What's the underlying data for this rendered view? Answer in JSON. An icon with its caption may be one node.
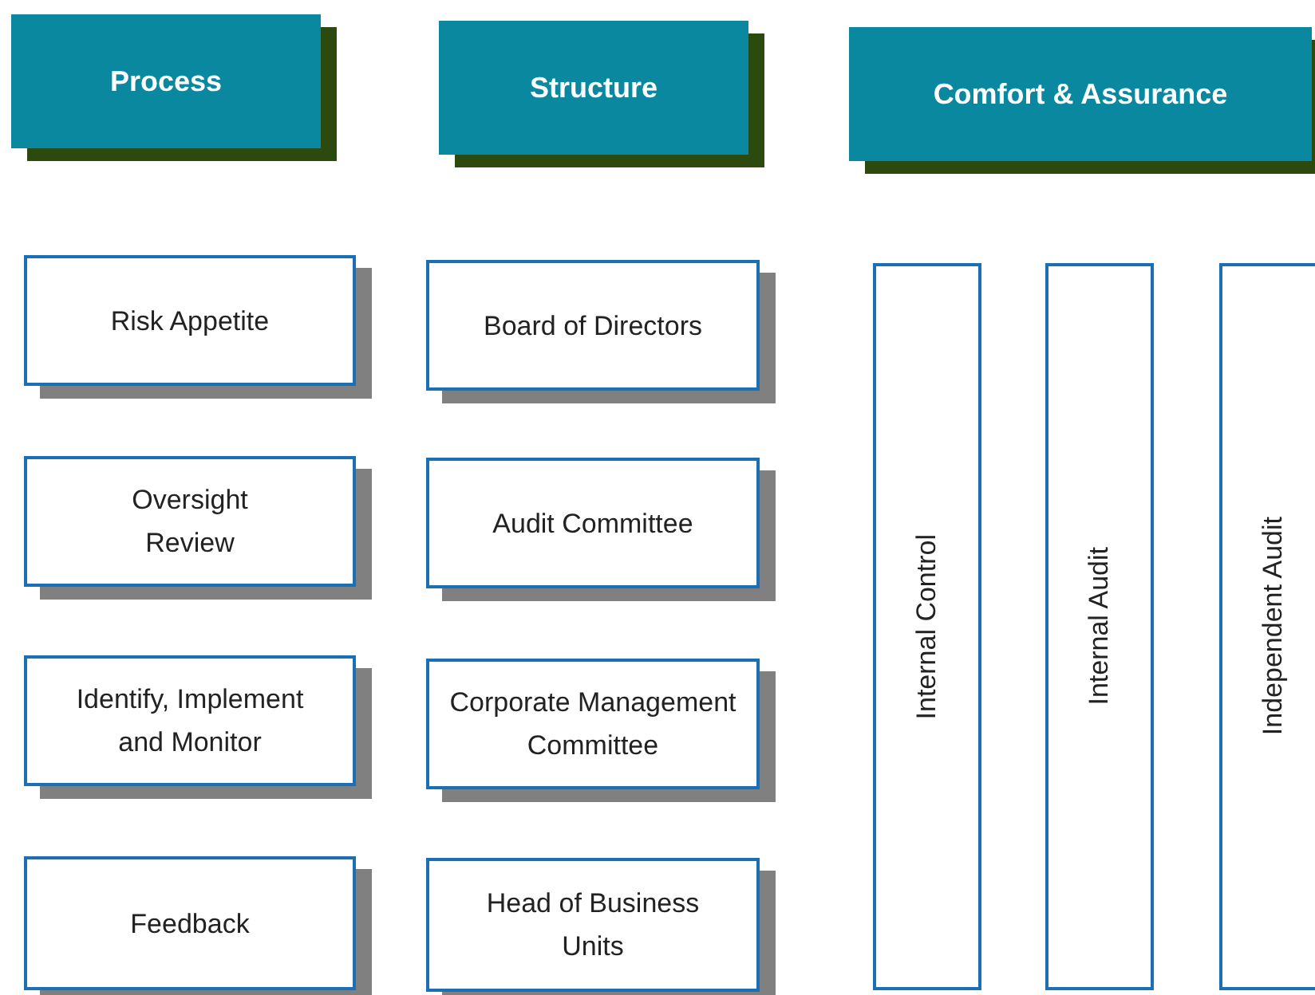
{
  "diagram": {
    "nodes": [
      {
        "text": [
          "Process"
        ]
      },
      {
        "text": [
          "Structure"
        ]
      },
      {
        "text": [
          "Comfort & Assurance"
        ]
      },
      {
        "text": [
          "Risk Appetite"
        ]
      },
      {
        "text": [
          "Board of Directors"
        ]
      },
      {
        "text": [
          "Internal Control"
        ]
      },
      {
        "text": [
          "Internal Audit"
        ]
      },
      {
        "text": [
          "Independent Audit"
        ]
      },
      {
        "text": [
          "Oversight Review"
        ]
      },
      {
        "text": [
          "Audit Committee"
        ]
      },
      {
        "text": [
          "Identify, Implement and Monitor"
        ]
      },
      {
        "text": [
          "Corporate Management Committee"
        ]
      },
      {
        "text": [
          "Feedback"
        ]
      },
      {
        "text": [
          "Head of Business Units"
        ]
      }
    ]
  }
}
